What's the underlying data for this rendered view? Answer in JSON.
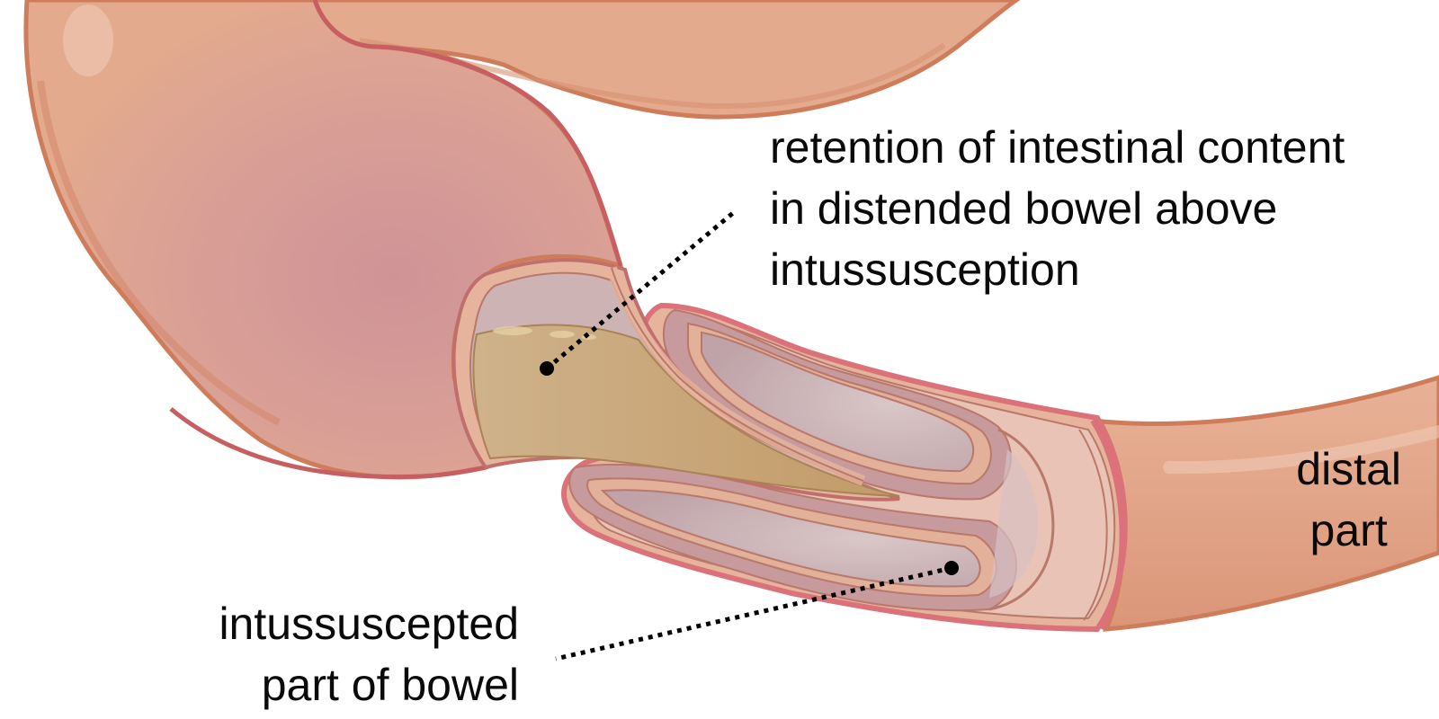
{
  "labels": {
    "retention": {
      "lines": [
        "retention of intestinal content",
        "in distended bowel above",
        "intussusception"
      ]
    },
    "intussuscepted": {
      "lines": [
        "intussuscepted",
        "part of bowel"
      ]
    },
    "distal": {
      "lines": [
        "distal",
        "part"
      ]
    }
  },
  "colors": {
    "bowel_skin": "#E2A98C",
    "bowel_outline": "#CF7C5A",
    "distended_shade": "#D0969A",
    "mucosa_red": "#DB7179",
    "fold_mauve": "#C7A9AE",
    "content_tan": "#CBA97F",
    "leader_line": "#000000"
  }
}
